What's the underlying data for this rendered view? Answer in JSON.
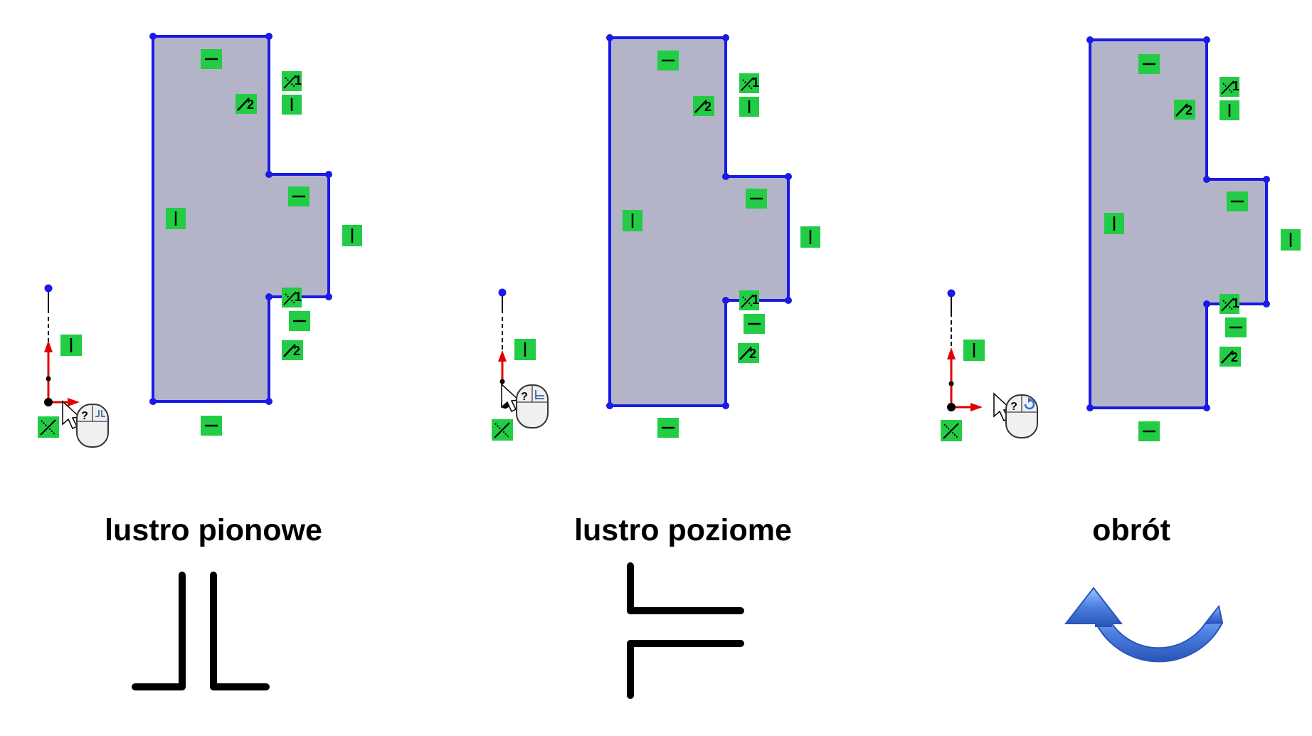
{
  "panels": [
    {
      "caption": "lustro pionowe",
      "gesture_icon": "mirror-vertical-icon",
      "mouse_hint_icon": "mouse-mirror-vertical-icon"
    },
    {
      "caption": "lustro poziome",
      "gesture_icon": "mirror-horizontal-icon",
      "mouse_hint_icon": "mouse-mirror-horizontal-icon"
    },
    {
      "caption": "obrót",
      "gesture_icon": "rotate-arrow-icon",
      "mouse_hint_icon": "mouse-rotate-icon"
    }
  ],
  "constraint_labels": {
    "tangent_1": "1",
    "tangent_2": "2"
  },
  "colors": {
    "sketch_line": "#1a1ae6",
    "sketch_fill": "#b4b4c8",
    "relation_badge": "#22cc44",
    "axis_x": "#e00000",
    "axis_y": "#e00000",
    "rotate_arrow": "#3f6fd6"
  }
}
